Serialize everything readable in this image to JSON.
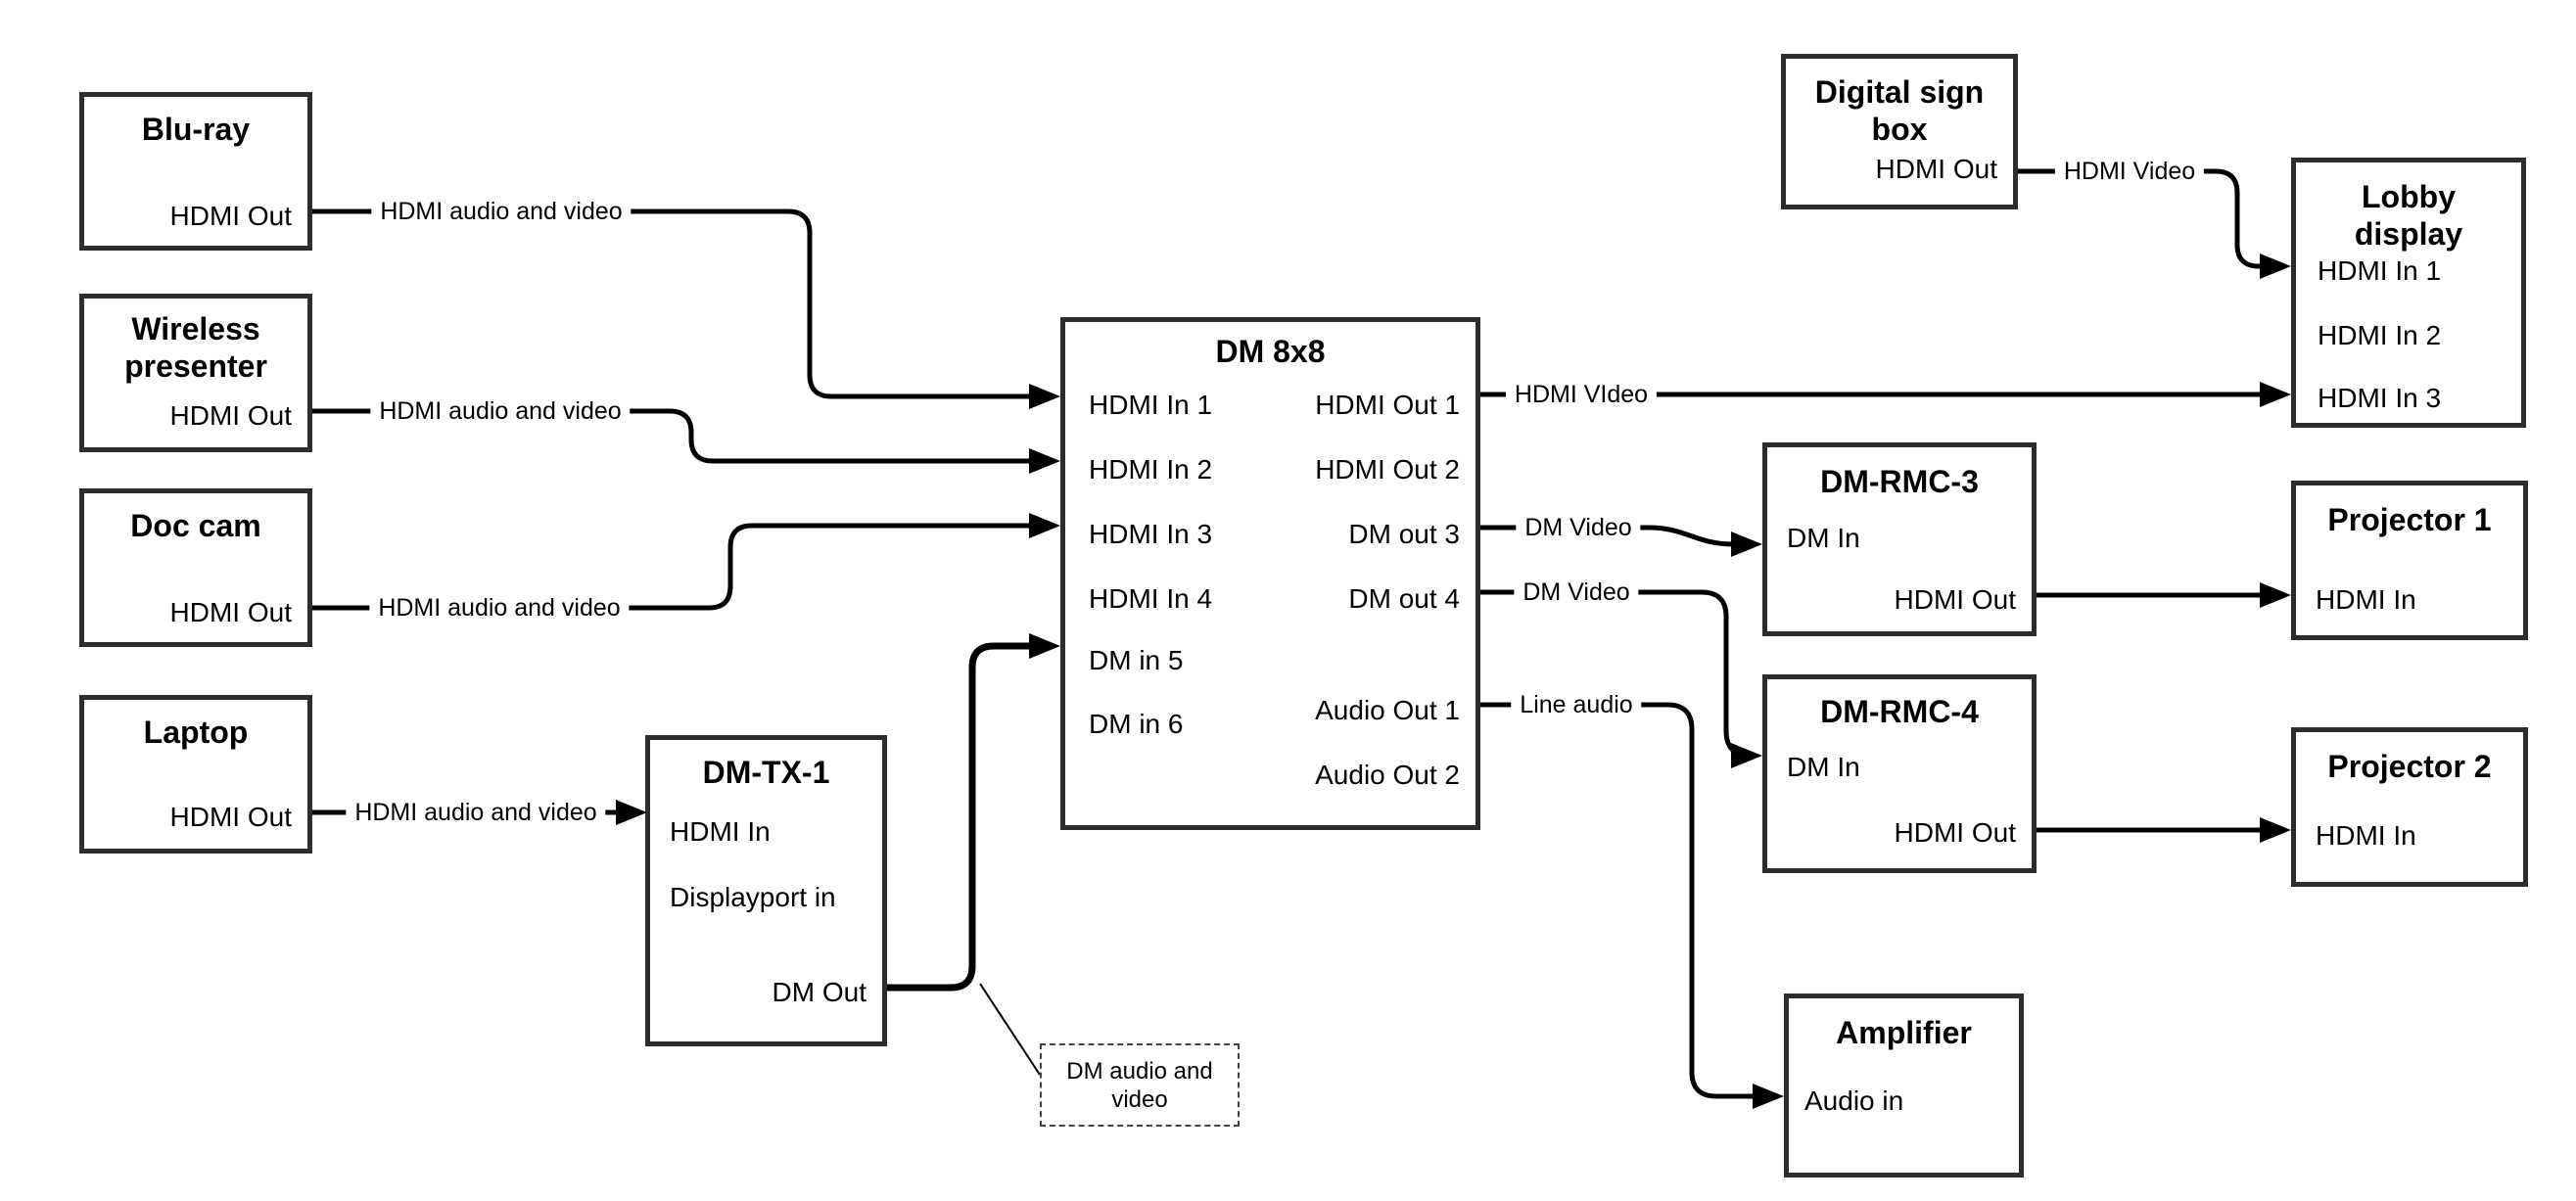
{
  "diagram": {
    "background_color": "#ffffff",
    "wire_color": "#000000",
    "node_border_color": "#2d2d2d",
    "nodes": {
      "bluray": {
        "title": "Blu-ray",
        "ports": {
          "hdmi_out": "HDMI Out"
        }
      },
      "wireless": {
        "title": "Wireless presenter",
        "ports": {
          "hdmi_out": "HDMI Out"
        }
      },
      "doccam": {
        "title": "Doc cam",
        "ports": {
          "hdmi_out": "HDMI Out"
        }
      },
      "laptop": {
        "title": "Laptop",
        "ports": {
          "hdmi_out": "HDMI Out"
        }
      },
      "dmtx1": {
        "title": "DM-TX-1",
        "ports": {
          "hdmi_in": "HDMI In",
          "displayport_in": "Displayport in",
          "dm_out": "DM Out"
        }
      },
      "dm8x8": {
        "title": "DM 8x8",
        "ports": {
          "in1": "HDMI In 1",
          "in2": "HDMI In 2",
          "in3": "HDMI In 3",
          "in4": "HDMI In 4",
          "in5": "DM in 5",
          "in6": "DM in 6",
          "out1": "HDMI Out 1",
          "out2": "HDMI Out 2",
          "out3": "DM out 3",
          "out4": "DM out 4",
          "audio1": "Audio Out 1",
          "audio2": "Audio Out 2"
        }
      },
      "digital_sign_box": {
        "title": "Digital sign box",
        "ports": {
          "hdmi_out": "HDMI Out"
        }
      },
      "lobby_display": {
        "title": "Lobby display",
        "ports": {
          "in1": "HDMI In 1",
          "in2": "HDMI In 2",
          "in3": "HDMI In 3"
        }
      },
      "dm_rmc_3": {
        "title": "DM-RMC-3",
        "ports": {
          "dm_in": "DM In",
          "hdmi_out": "HDMI Out"
        }
      },
      "dm_rmc_4": {
        "title": "DM-RMC-4",
        "ports": {
          "dm_in": "DM In",
          "hdmi_out": "HDMI Out"
        }
      },
      "projector1": {
        "title": "Projector 1",
        "ports": {
          "hdmi_in": "HDMI In"
        }
      },
      "projector2": {
        "title": "Projector 2",
        "ports": {
          "hdmi_in": "HDMI In"
        }
      },
      "amplifier": {
        "title": "Amplifier",
        "ports": {
          "audio_in": "Audio in"
        }
      }
    },
    "connection_labels": {
      "bluray_to_dm8x8": "HDMI audio and video",
      "wireless_to_dm8x8": "HDMI audio and video",
      "doccam_to_dm8x8": "HDMI audio and video",
      "laptop_to_dmtx1": "HDMI audio and video",
      "hdmi_out1_to_lobby": "HDMI VIdeo",
      "dm_out3_to_rmc3": "DM Video",
      "dm_out4_to_rmc4": "DM Video",
      "audio_out1_to_amp": "Line audio",
      "digital_sign_to_lobby": "HDMI Video"
    },
    "note": "DM audio and video"
  }
}
